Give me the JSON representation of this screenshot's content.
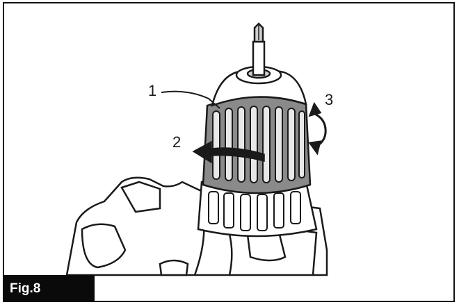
{
  "figure": {
    "label": "Fig.8",
    "callouts": [
      "1",
      "2",
      "3"
    ]
  },
  "colors": {
    "ink": "#1a1a1a",
    "sleeve_gray": "#8a8a8a",
    "label_bg": "#0a0a0a"
  },
  "icons": [
    "drill-chuck-illustration",
    "rotate-arrow-icon",
    "pull-arrow-icon"
  ]
}
